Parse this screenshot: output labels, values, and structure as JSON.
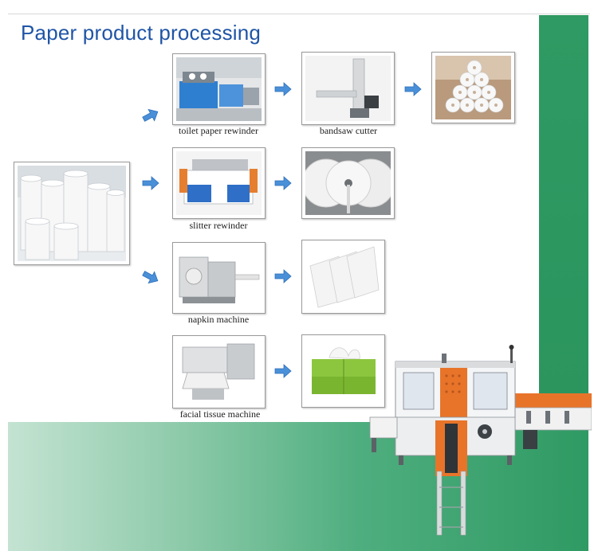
{
  "title": "Paper product processing",
  "captions": {
    "toilet_paper_rewinder": "toilet paper rewinder",
    "bandsaw_cutter": "bandsaw cutter",
    "slitter_rewinder": "slitter rewinder",
    "napkin_machine": "napkin machine",
    "facial_tissue_machine": "facial tissue machine"
  },
  "colors": {
    "title": "#1f55a6",
    "arrow": "#4a90d9",
    "green": "#2f9a63"
  }
}
